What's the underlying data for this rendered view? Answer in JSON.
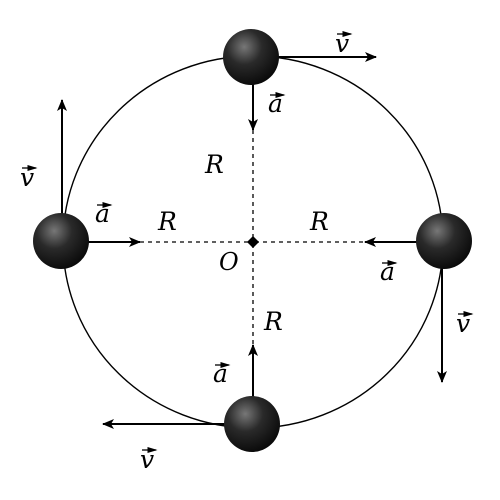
{
  "labels": {
    "velocity": "v",
    "acceleration": "a",
    "radius": "R",
    "center": "O"
  },
  "colors": {
    "ink": "#000000",
    "ball_highlight": "#777777",
    "ball_body": "#111111",
    "background": "#ffffff"
  }
}
